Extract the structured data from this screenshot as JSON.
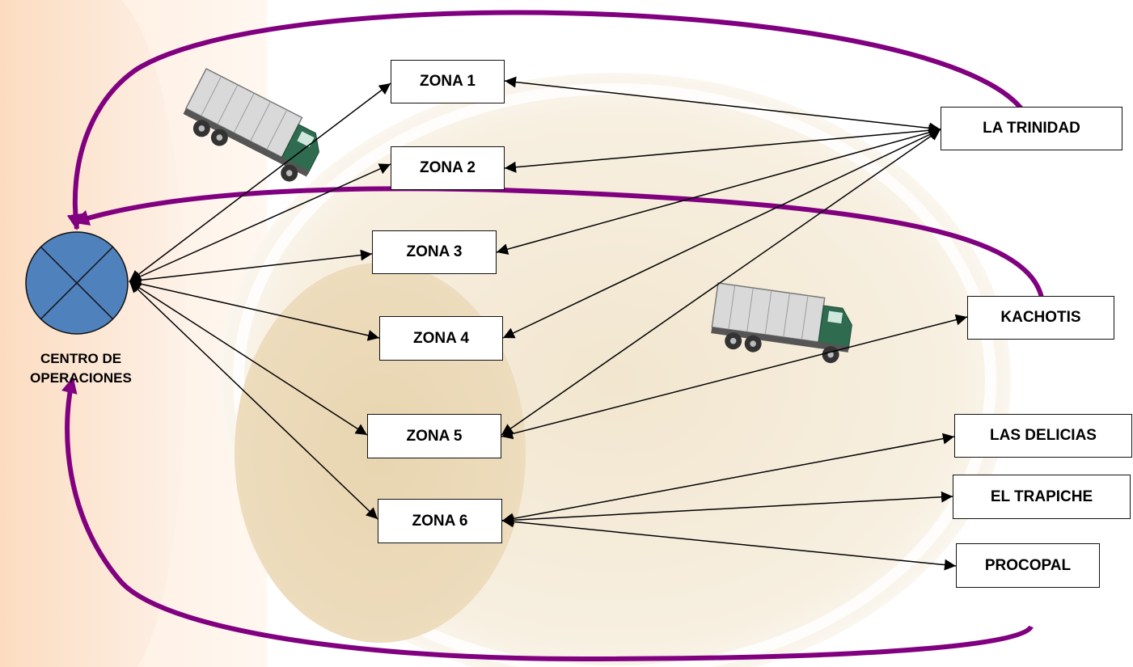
{
  "center": {
    "label_line1": "CENTRO DE",
    "label_line2": "OPERACIONES"
  },
  "zones": [
    {
      "id": "zona1",
      "label": "ZONA 1"
    },
    {
      "id": "zona2",
      "label": "ZONA 2"
    },
    {
      "id": "zona3",
      "label": "ZONA 3"
    },
    {
      "id": "zona4",
      "label": "ZONA 4"
    },
    {
      "id": "zona5",
      "label": "ZONA 5"
    },
    {
      "id": "zona6",
      "label": "ZONA 6"
    }
  ],
  "destinations": [
    {
      "id": "trinidad",
      "label": "LA TRINIDAD"
    },
    {
      "id": "kachotis",
      "label": "KACHOTIS"
    },
    {
      "id": "delicias",
      "label": "LAS DELICIAS"
    },
    {
      "id": "trapiche",
      "label": "EL TRAPICHE"
    },
    {
      "id": "procopal",
      "label": "PROCOPAL"
    }
  ],
  "colors": {
    "arrow": "#000000",
    "return_arrow": "#800080",
    "node_fill": "#4f81bd",
    "background_tint": "#fbe6d2"
  }
}
